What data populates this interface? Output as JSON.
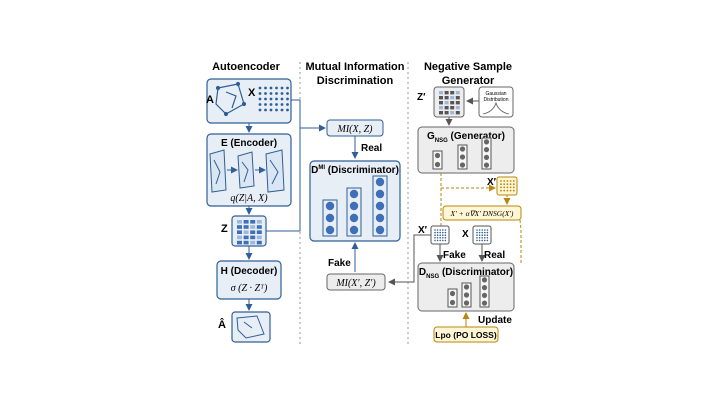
{
  "sections": {
    "autoencoder": "Autoencoder",
    "mi_line1": "Mutual Information",
    "mi_line2": "Discrimination",
    "nsg_line1": "Negative Sample",
    "nsg_line2": "Generator"
  },
  "autoencoder": {
    "a_label": "A",
    "x_label": "X",
    "encoder_title": "E (Encoder)",
    "encoder_formula": "q(Z|A, X)",
    "z_label": "Z",
    "decoder_title": "H (Decoder)",
    "decoder_formula": "σ (Z · Zᵀ)",
    "ahat_label": "Â"
  },
  "mi": {
    "mi_top": "MI(X, Z)",
    "real_label": "Real",
    "disc_title": "D",
    "disc_sup": "MI",
    "disc_rest": " (Discriminator)",
    "fake_label": "Fake",
    "mi_bottom": "MI(X′, Z′)"
  },
  "nsg": {
    "z_prime": "Z′",
    "gaussian_line1": "Gaussian",
    "gaussian_line2": "Distribution",
    "gen_title": "G",
    "gen_sub": "NSG",
    "gen_rest": " (Generator)",
    "x_prime_top": "X′",
    "perturb_formula": "X′ + α∇X′ DNSG(X′)",
    "x_prime_mid": "X′",
    "x_label": "X",
    "fake_label": "Fake",
    "real_label": "Real",
    "disc_title": "D",
    "disc_sub": "NSG",
    "disc_rest": " (Discriminator)",
    "update_label": "Update",
    "loss_label": "Lpo (PO LOSS)"
  },
  "colors": {
    "box_fill": "#e8eef6",
    "box_stroke": "#2f5f96",
    "node_fill": "#3e6fb8",
    "gray_box": "#ededed",
    "gold": "#b8860b",
    "loss_fill": "#fff6d6"
  }
}
